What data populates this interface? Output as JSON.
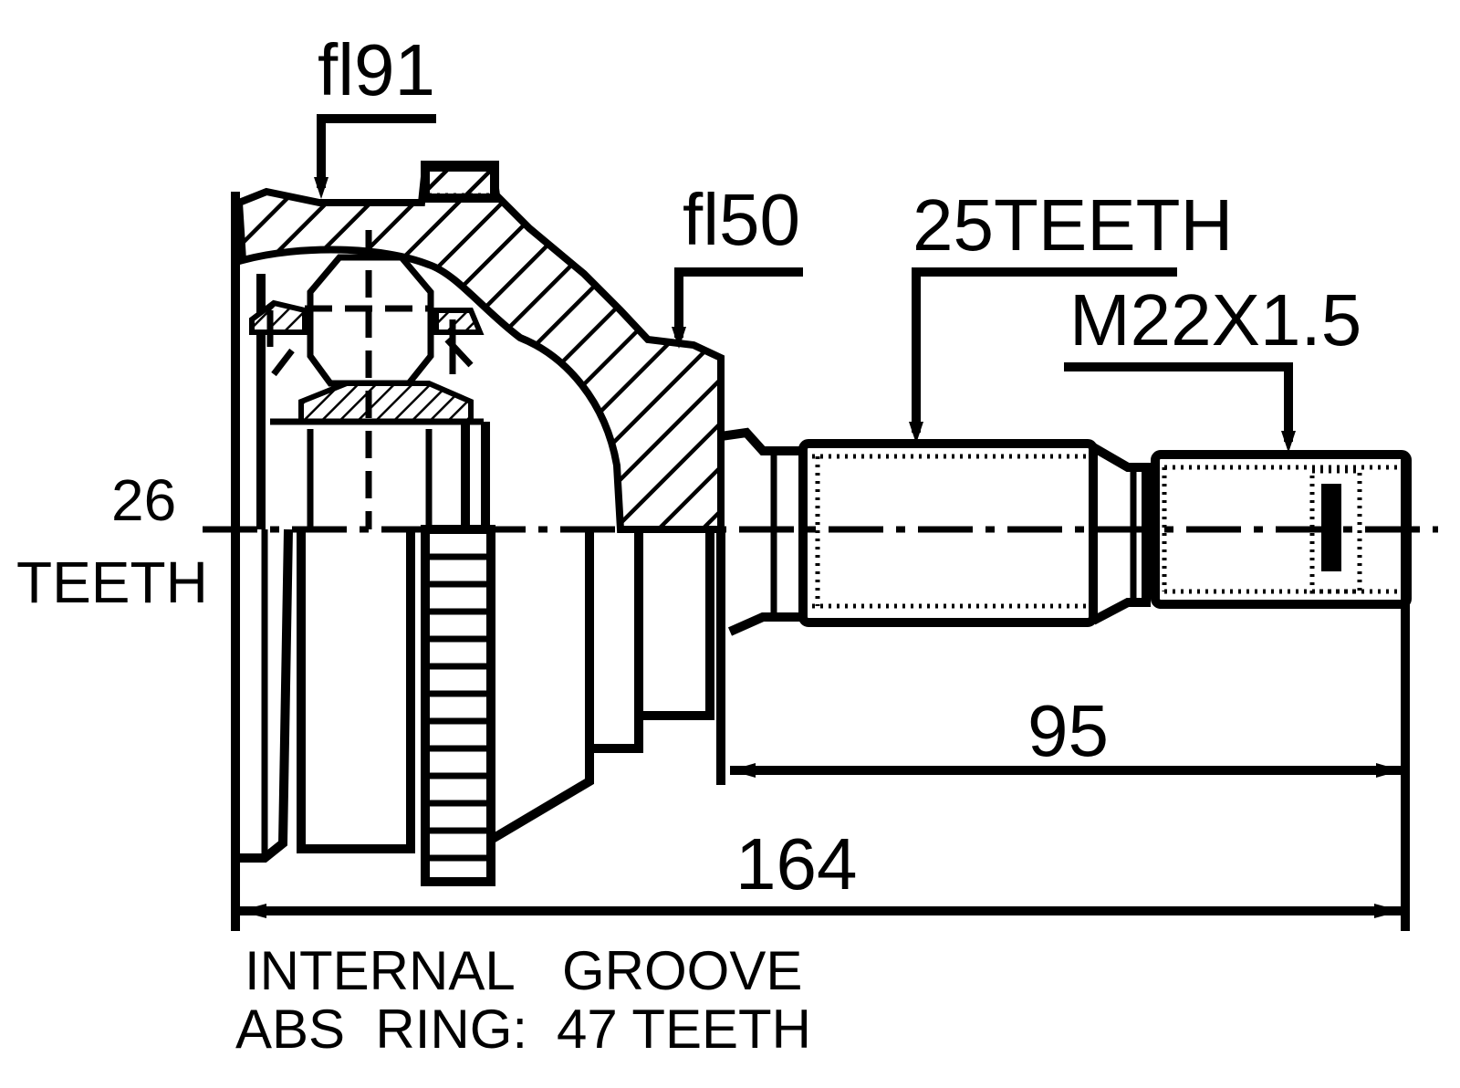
{
  "labels": {
    "outer_diameter": "fl91",
    "collar_diameter": "fl50",
    "spline_teeth": "25TEETH",
    "thread": "M22X1.5",
    "inner_teeth_number": "26",
    "inner_teeth_word": "TEETH",
    "stem_length": "95",
    "overall_length": "164",
    "abs_line1_left": "INTERNAL",
    "abs_line1_right": "GROOVE",
    "abs_line2_left": "ABS  RING:",
    "abs_line2_right": "47 TEETH"
  },
  "colors": {
    "ink": "#000000",
    "paper": "#ffffff"
  }
}
